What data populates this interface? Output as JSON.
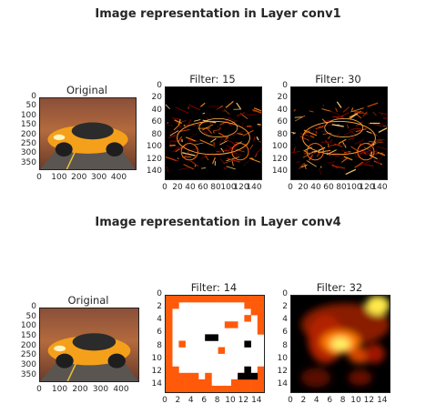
{
  "rows": [
    {
      "title": "Image representation in Layer conv1",
      "panels": [
        {
          "title": "Original",
          "yticks": [
            "0",
            "50",
            "100",
            "150",
            "200",
            "250",
            "300",
            "350"
          ],
          "xticks": [
            "0",
            "100",
            "200",
            "300",
            "400"
          ]
        },
        {
          "title": "Filter: 15",
          "yticks": [
            "0",
            "20",
            "40",
            "60",
            "80",
            "100",
            "120",
            "140"
          ],
          "xticks": [
            "0",
            "20",
            "40",
            "60",
            "80",
            "100",
            "120",
            "140"
          ]
        },
        {
          "title": "Filter: 30",
          "yticks": [
            "0",
            "20",
            "40",
            "60",
            "80",
            "100",
            "120",
            "140"
          ],
          "xticks": [
            "0",
            "20",
            "40",
            "60",
            "80",
            "100",
            "120",
            "140"
          ]
        }
      ]
    },
    {
      "title": "Image representation in Layer conv4",
      "panels": [
        {
          "title": "Original",
          "yticks": [
            "0",
            "50",
            "100",
            "150",
            "200",
            "250",
            "300",
            "350"
          ],
          "xticks": [
            "0",
            "100",
            "200",
            "300",
            "400"
          ]
        },
        {
          "title": "Filter: 14",
          "yticks": [
            "0",
            "2",
            "4",
            "6",
            "8",
            "10",
            "12",
            "14"
          ],
          "xticks": [
            "0",
            "2",
            "4",
            "6",
            "8",
            "10",
            "12",
            "14"
          ]
        },
        {
          "title": "Filter: 32",
          "yticks": [
            "0",
            "2",
            "4",
            "6",
            "8",
            "10",
            "12",
            "14"
          ],
          "xticks": [
            "0",
            "2",
            "4",
            "6",
            "8",
            "10",
            "12",
            "14"
          ]
        }
      ]
    }
  ]
}
